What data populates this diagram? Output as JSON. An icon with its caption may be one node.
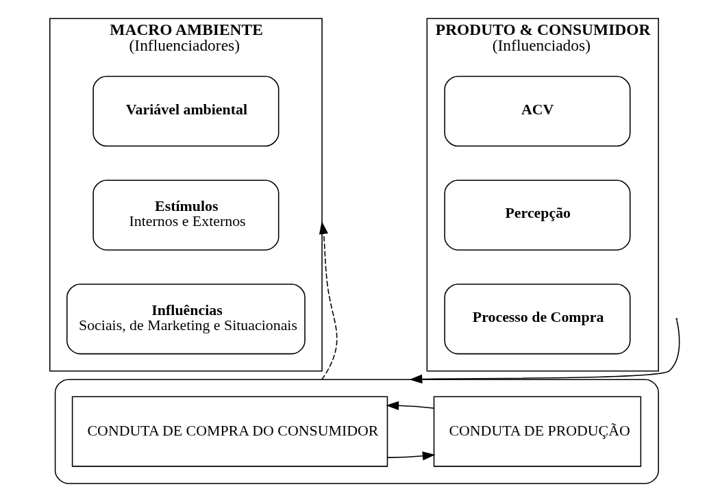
{
  "diagram": {
    "nodes": [
      {
        "text": [
          "MACRO AMBIENTE",
          "(Influenciadores)"
        ]
      },
      {
        "text": [
          "Variável ambiental"
        ],
        "in": 0
      },
      {
        "text": [
          "Estímulos",
          "Internos e Externos"
        ],
        "in": 0
      },
      {
        "text": [
          "Influências",
          "Sociais, de Marketing e Situacionais"
        ],
        "in": 0
      },
      {
        "text": [
          "PRODUTO & CONSUMIDOR",
          "(Influenciados)"
        ]
      },
      {
        "text": [
          "ACV"
        ],
        "in": 4
      },
      {
        "text": [
          "Percepção"
        ],
        "in": 4
      },
      {
        "text": [
          "Processo de Compra"
        ],
        "in": 4
      },
      {
        "text": [],
        "shape": "box"
      },
      {
        "text": [
          "CONDUTA DE COMPRA DO CONSUMIDOR"
        ],
        "in": 8
      },
      {
        "text": [
          "CONDUTA DE PRODUÇÃO"
        ],
        "in": 8
      }
    ],
    "edges": [
      {
        "from": null,
        "to": 8,
        "arrow": "to"
      },
      {
        "from": 9,
        "to": 10,
        "arrow": "to"
      },
      {
        "from": 10,
        "to": 9,
        "arrow": "to"
      },
      {
        "from": 8,
        "to": 0,
        "arrow": "to",
        "style": "dashed"
      }
    ]
  }
}
